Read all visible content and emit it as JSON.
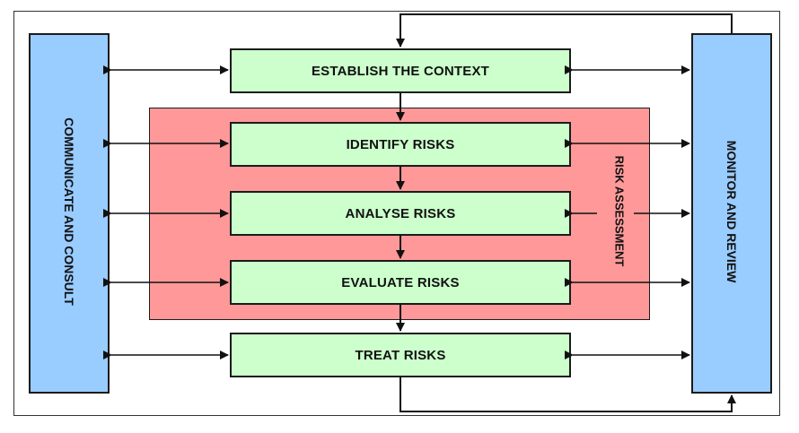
{
  "diagram": {
    "left_panel": {
      "label": "COMMUNICATE AND CONSULT",
      "color": "#99ccff"
    },
    "right_panel": {
      "label": "MONITOR AND REVIEW",
      "color": "#99ccff"
    },
    "assessment_group": {
      "label": "RISK ASSESSMENT",
      "color": "#ff9999"
    },
    "steps": [
      {
        "label": "ESTABLISH THE CONTEXT"
      },
      {
        "label": "IDENTIFY RISKS"
      },
      {
        "label": "ANALYSE RISKS"
      },
      {
        "label": "EVALUATE RISKS"
      },
      {
        "label": "TREAT RISKS"
      }
    ],
    "step_color": "#ccffcc"
  }
}
